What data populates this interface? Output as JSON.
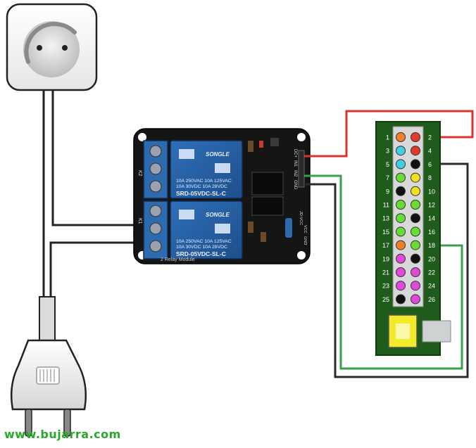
{
  "relay": {
    "brand": "SONGLE",
    "rating_line1": "10A 250VAC  10A 125VAC",
    "rating_line2": "10A  30VDC  10A  28VDC",
    "model": "SRD-05VDC-SL-C",
    "channel_labels": [
      "K1",
      "K2"
    ],
    "board_label": "2 Relay Module",
    "pin_labels": [
      "DC+",
      "IN1",
      "IN2",
      "GND"
    ],
    "jumper_labels": [
      "JD-VCC",
      "VCC",
      "GND"
    ]
  },
  "gpio": {
    "left_numbers": [
      "1",
      "3",
      "5",
      "7",
      "9",
      "11",
      "13",
      "15",
      "17",
      "19",
      "21",
      "23",
      "25"
    ],
    "right_numbers": [
      "2",
      "4",
      "6",
      "8",
      "10",
      "12",
      "14",
      "16",
      "18",
      "20",
      "22",
      "24",
      "26"
    ],
    "left_colors": [
      "#f07f2a",
      "#3fd0e0",
      "#3fd0e0",
      "#66dd33",
      "#111111",
      "#66dd33",
      "#66dd33",
      "#66dd33",
      "#f07f2a",
      "#e04ad8",
      "#e04ad8",
      "#e04ad8",
      "#111111"
    ],
    "right_colors": [
      "#e23a2a",
      "#e23a2a",
      "#111111",
      "#f0e020",
      "#f0e020",
      "#66dd33",
      "#111111",
      "#66dd33",
      "#66dd33",
      "#111111",
      "#e04ad8",
      "#e04ad8",
      "#e04ad8"
    ]
  },
  "wires": {
    "vcc_color": "#d9342b",
    "gnd_color": "#2a2a2a",
    "signal_color": "#3aa04a"
  },
  "watermark": "www.bujarra.com",
  "icons": [
    "wall-socket-icon",
    "power-plug-icon"
  ]
}
